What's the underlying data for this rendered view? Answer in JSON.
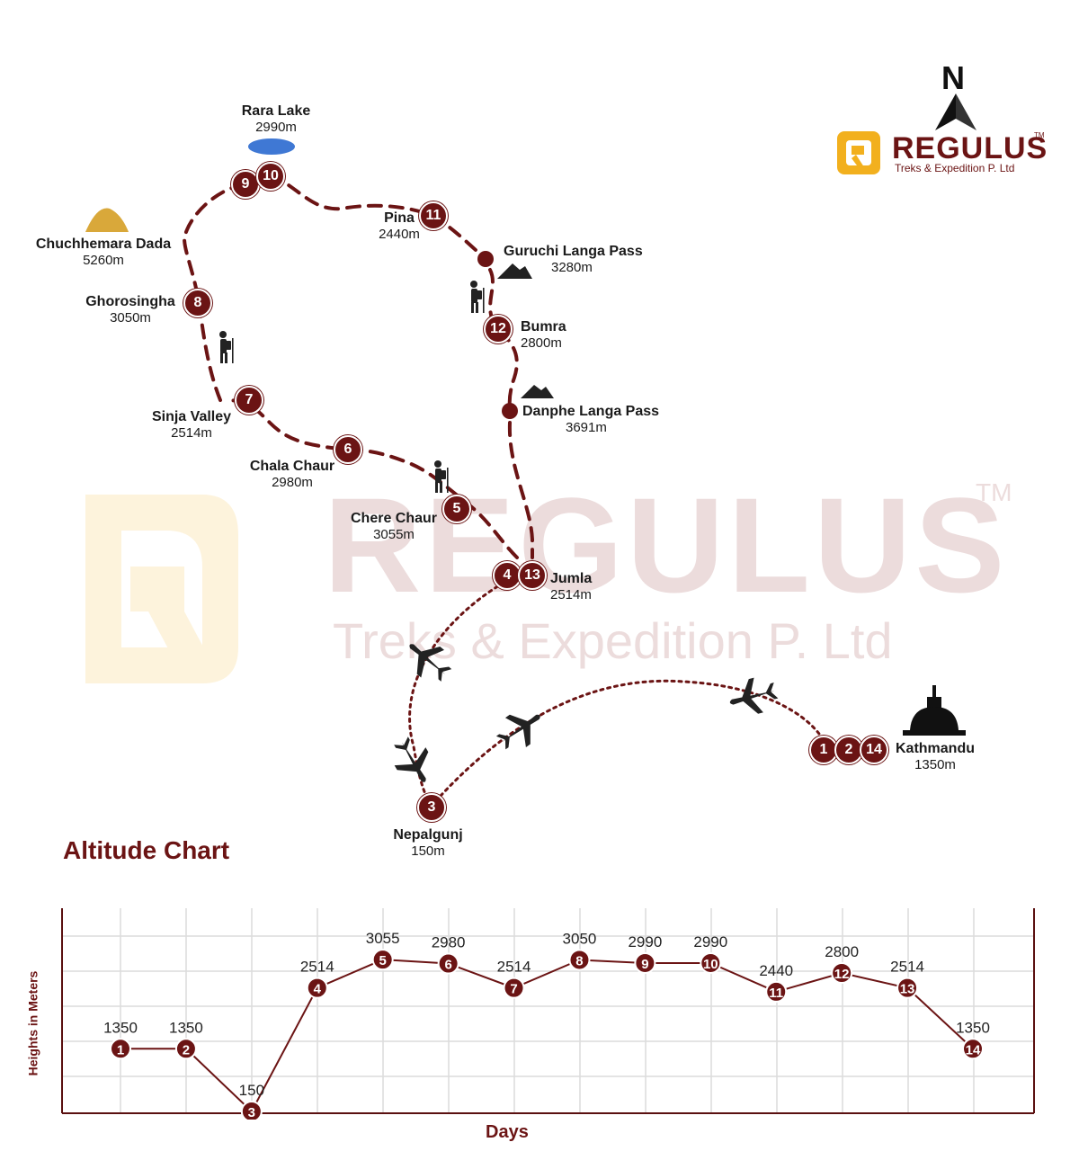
{
  "logo": {
    "title": "REGULUS",
    "subtitle": "Treks & Expedition P. Ltd",
    "tm": "TM"
  },
  "watermark": {
    "title": "REGULUS",
    "subtitle": "Treks & Expedition P. Ltd",
    "tm": "TM"
  },
  "compass": {
    "label": "N"
  },
  "places": [
    {
      "id": "rara",
      "name": "Rara Lake",
      "alt": "2990m"
    },
    {
      "id": "chuchhemara",
      "name": "Chuchhemara Dada",
      "alt": "5260m"
    },
    {
      "id": "ghorosingha",
      "name": "Ghorosingha",
      "alt": "3050m"
    },
    {
      "id": "sinja",
      "name": "Sinja Valley",
      "alt": "2514m"
    },
    {
      "id": "chala",
      "name": "Chala Chaur",
      "alt": "2980m"
    },
    {
      "id": "chere",
      "name": "Chere Chaur",
      "alt": "3055m"
    },
    {
      "id": "pina",
      "name": "Pina",
      "alt": "2440m"
    },
    {
      "id": "guruchi",
      "name": "Guruchi Langa Pass",
      "alt": "3280m"
    },
    {
      "id": "bumra",
      "name": "Bumra",
      "alt": "2800m"
    },
    {
      "id": "danphe",
      "name": "Danphe Langa Pass",
      "alt": "3691m"
    },
    {
      "id": "jumla",
      "name": "Jumla",
      "alt": "2514m"
    },
    {
      "id": "nepalgunj",
      "name": "Nepalgunj",
      "alt": "150m"
    },
    {
      "id": "kathmandu",
      "name": "Kathmandu",
      "alt": "1350m"
    }
  ],
  "markers": [
    "1",
    "2",
    "3",
    "4",
    "5",
    "6",
    "7",
    "8",
    "9",
    "10",
    "11",
    "12",
    "13",
    "14"
  ],
  "icons": {
    "hiker": "hiker-icon",
    "plane": "airplane-icon",
    "mountain": "mountain-icon",
    "stupa": "stupa-icon",
    "lake": "lake-icon"
  },
  "colors": {
    "route": "#6b1414",
    "lake": "#3f78d4",
    "mountain_peak": "#d9a83a",
    "logo_accent": "#f2b01e",
    "watermark": "#ecdcdc"
  },
  "altitude_chart": {
    "title": "Altitude Chart"
  },
  "chart_data": {
    "type": "line",
    "title": "Altitude Chart",
    "xlabel": "Days",
    "ylabel": "Heights in Meters",
    "x": [
      1,
      2,
      3,
      4,
      5,
      6,
      7,
      8,
      9,
      10,
      11,
      12,
      13,
      14
    ],
    "values": [
      1350,
      1350,
      150,
      2514,
      3055,
      2980,
      2514,
      3050,
      2990,
      2990,
      2440,
      2800,
      2514,
      1350
    ],
    "grid": true
  }
}
